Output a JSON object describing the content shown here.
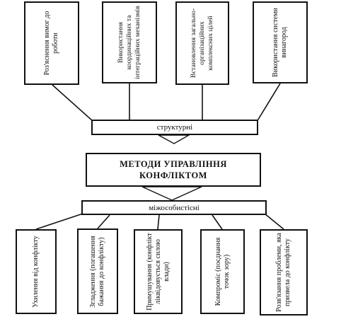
{
  "top_boxes": [
    {
      "text": "Роз'яснення вимог до роботи"
    },
    {
      "text": "Використання координаційних та інтеграційних механізмів"
    },
    {
      "text": "Встановлення загально-організаційних комплексних цілей"
    },
    {
      "text": "Використання системи винагород"
    }
  ],
  "structural_label": "структурні",
  "center": {
    "line1": "МЕТОДИ УПРАВЛІННЯ",
    "line2": "КОНФЛІКТОМ"
  },
  "interpersonal_label": "міжособистісні",
  "bottom_boxes": [
    {
      "text": "Ухилення від конфлікту"
    },
    {
      "text": "Згладження (погашення бажання до конфлікту)"
    },
    {
      "text": "Примушування (конфлікт ліквідовується силою влади)"
    },
    {
      "text": "Компроміс (поєднання точок зору)"
    },
    {
      "text": "Розв'язання проблеми, яка призвела до конфлікту"
    }
  ]
}
